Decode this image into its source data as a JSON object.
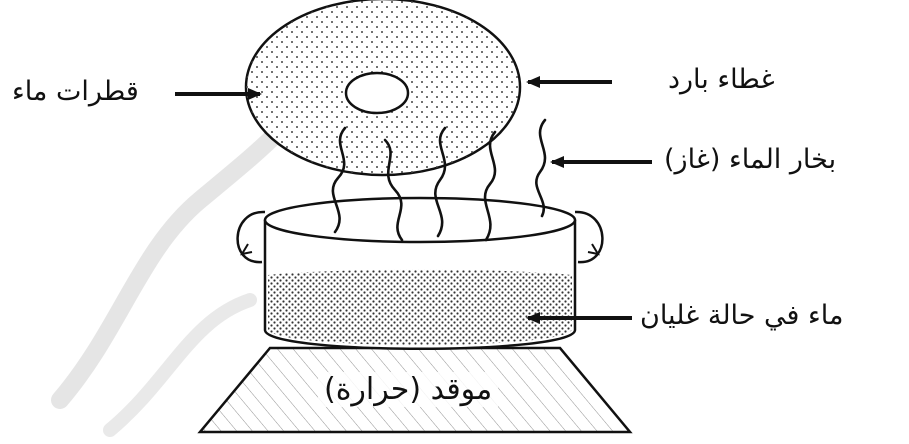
{
  "labels": {
    "water_droplets": "قطرات ماء",
    "cold_lid": "غطاء بارد",
    "water_vapor": "بخار الماء (غاز)",
    "boiling_water": "ماء في حالة غليان",
    "stove_heat": "موقد (حرارة)"
  },
  "colors": {
    "line": "#111111",
    "dots": "#444444",
    "watermark": "#c8c8c8"
  }
}
